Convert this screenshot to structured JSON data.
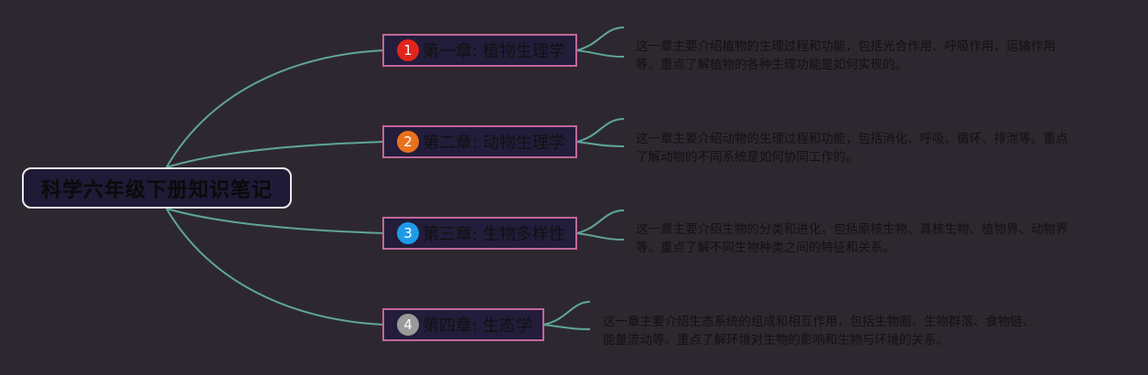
{
  "root": {
    "title": "科学六年级下册知识笔记"
  },
  "chapters": [
    {
      "num": "1",
      "title": "第一章: 植物生理学",
      "color": "#e1251b",
      "desc_lines": [
        "这一章主要介绍植物的生理过程和功能，包括光合作用、呼吸作用、运输作用",
        "等。重点了解植物的各种生理功能是如何实现的。"
      ]
    },
    {
      "num": "2",
      "title": "第二章: 动物生理学",
      "color": "#e9711c",
      "desc_lines": [
        "这一章主要介绍动物的生理过程和功能，包括消化、呼吸、循环、排泄等。重点",
        "了解动物的不同系统是如何协同工作的。"
      ]
    },
    {
      "num": "3",
      "title": "第三章: 生物多样性",
      "color": "#1e9be8",
      "desc_lines": [
        "这一章主要介绍生物的分类和进化，包括原核生物、真核生物、植物界、动物界",
        "等。重点了解不同生物种类之间的特征和关系。"
      ]
    },
    {
      "num": "4",
      "title": "第四章: 生态学",
      "color": "#9a9a9a",
      "desc_lines": [
        "这一章主要介绍生态系统的组成和相互作用，包括生物圈、生物群落、食物链、",
        "能量流动等。重点了解环境对生物的影响和生物与环境的关系。"
      ]
    }
  ],
  "colors": {
    "background": "#2d2830",
    "connector": "#5fa69a",
    "chapter_border": "#c2679b",
    "root_border": "#e8e8e8"
  }
}
